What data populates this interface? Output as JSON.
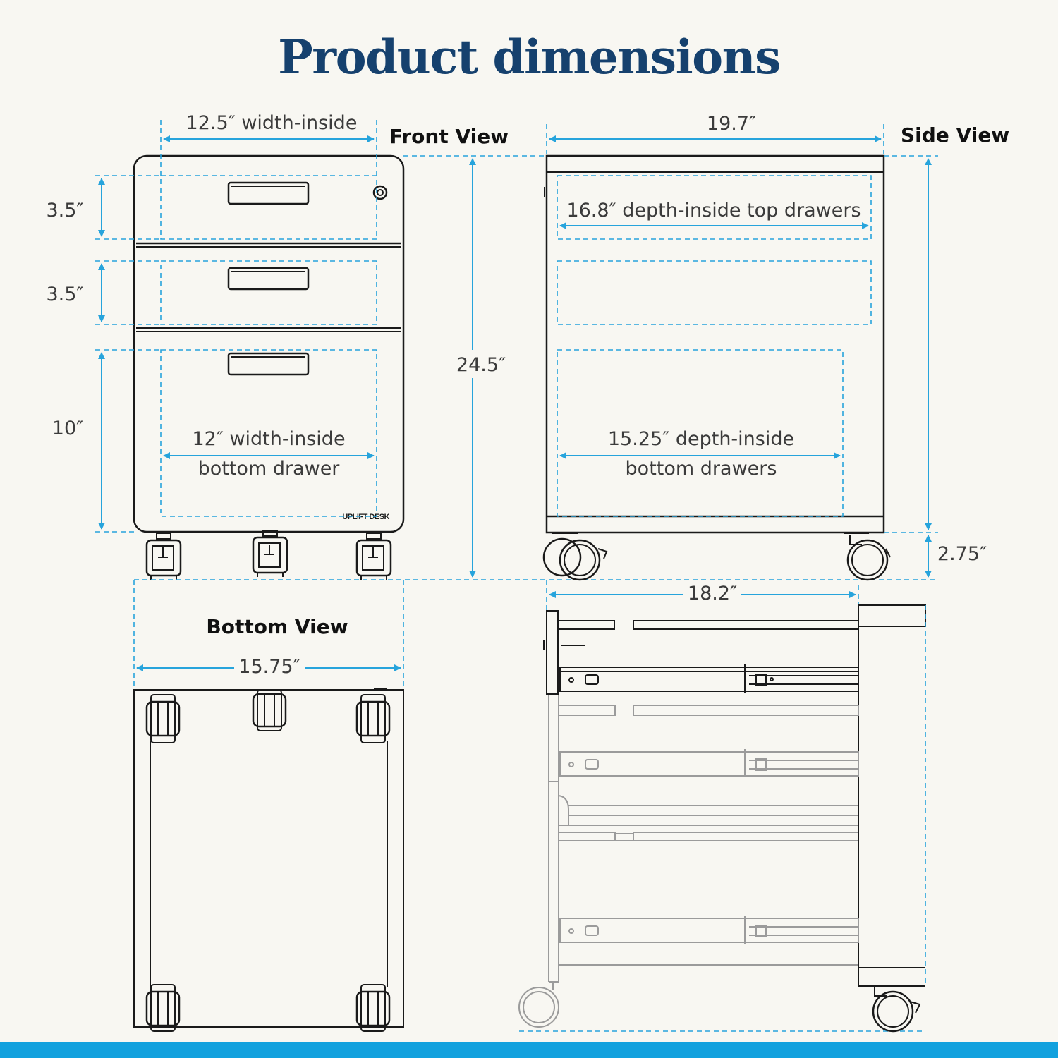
{
  "title": "Product dimensions",
  "views": {
    "front": "Front View",
    "side": "Side View",
    "bottom": "Bottom View"
  },
  "brand": "UPLIFT DESK",
  "dimensions": {
    "front_width_inside": "12.5″ width-inside",
    "drawer_top_height": "3.5″",
    "drawer_middle_height": "3.5″",
    "drawer_bottom_height": "10″",
    "bottom_width_inside_line1": "12″ width-inside",
    "bottom_width_inside_line2": "bottom drawer",
    "total_height": "24.5″",
    "side_depth": "19.7″",
    "top_depth_inside": "16.8″ depth-inside top drawers",
    "bottom_depth_inside_line1": "15.25″ depth-inside",
    "bottom_depth_inside_line2": "bottom drawers",
    "caster_height": "2.75″",
    "extended_depth": "18.2″",
    "bottom_width": "15.75″"
  },
  "colors": {
    "title": "#16416e",
    "accent": "#27a4dc",
    "bar": "#12a1de",
    "line": "#1a1a1a",
    "background": "#f8f7f2"
  }
}
